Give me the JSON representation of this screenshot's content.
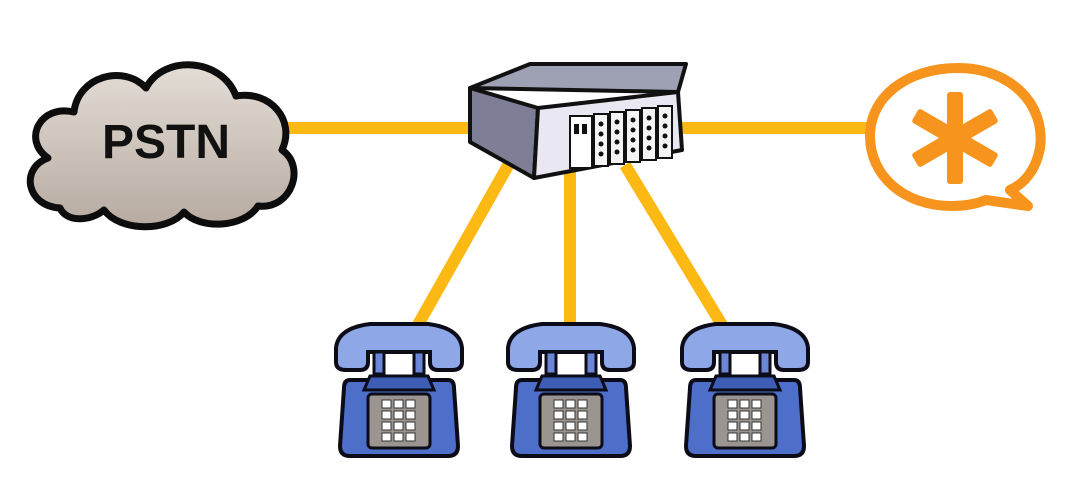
{
  "diagram": {
    "nodes": {
      "pstn": {
        "label": "PSTN",
        "kind": "cloud"
      },
      "pbx": {
        "kind": "pbx-switch"
      },
      "asterisk": {
        "kind": "asterisk-logo"
      },
      "phones": [
        {
          "kind": "telephone"
        },
        {
          "kind": "telephone"
        },
        {
          "kind": "telephone"
        }
      ]
    },
    "edges": [
      {
        "from": "pstn",
        "to": "pbx"
      },
      {
        "from": "pbx",
        "to": "asterisk"
      },
      {
        "from": "pbx",
        "to": "phone-1"
      },
      {
        "from": "pbx",
        "to": "phone-2"
      },
      {
        "from": "pbx",
        "to": "phone-3"
      }
    ],
    "colors": {
      "link": "#FDB913",
      "cloud_fill": "#C9BFB6",
      "asterisk_orange": "#F7941D",
      "phone_blue": "#4E6FC9",
      "phone_handset": "#8EA7E6",
      "keypad": "#9B958F",
      "switch_top": "#9EA0B4",
      "switch_side": "#7F7E97",
      "switch_front": "#E9E7F1"
    }
  }
}
